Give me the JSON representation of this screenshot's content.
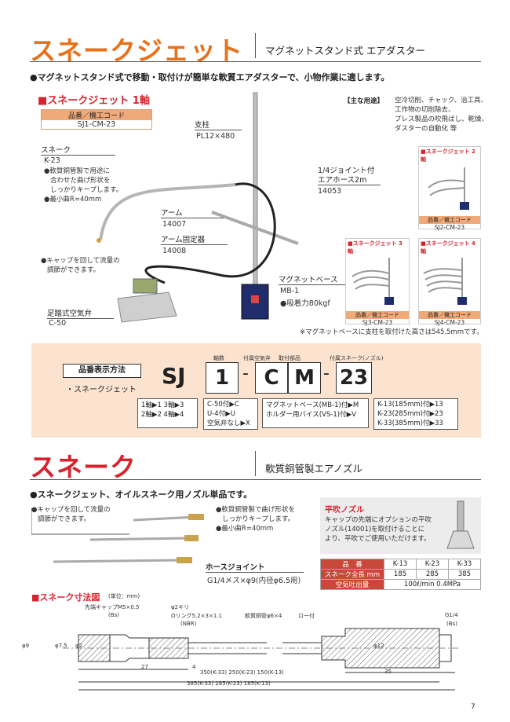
{
  "header1": {
    "title": "スネークジェット",
    "subtitle": "マグネットスタンド式 エアダスター",
    "lead": "●マグネットスタンド式で移動・取付けが簡単な軟質エアダスターで、小物作業に適します。"
  },
  "single": {
    "section_title": "■スネークジェット 1軸",
    "code_head": "品番／機工コード",
    "code_value": "SJ1-CM-23"
  },
  "parts": {
    "snake_label": "スネーク",
    "snake_code": "K-23",
    "snake_notes": [
      "●軟質銅管製で用途に",
      "合わせた曲げ形状を",
      "しっかりキープします。",
      "●最小曲R=40mm"
    ],
    "cap_note": [
      "●キャップを回して流量の",
      "調節ができます。"
    ],
    "pedal_label": "足踏式空気弁",
    "pedal_code": "C-50",
    "pole_label": "支柱",
    "pole_code": "PL12×480",
    "arm_label": "アーム",
    "arm_code": "14007",
    "armfix_label": "アーム固定器",
    "armfix_code": "14008",
    "hose_label1": "1/4ジョイント付",
    "hose_label2": "エアホース2m",
    "hose_code": "14053",
    "base_label": "マグネットベース",
    "base_code": "MB-1",
    "base_note": "●吸着力80kgf"
  },
  "uses": {
    "heading": "【主な用途】",
    "lines": [
      "空冷切削、チャック、治工具、",
      "工作物の切削除去、",
      "プレス製品の吹飛ばし、乾燥、",
      "ダスターの自動化 等"
    ]
  },
  "variants": [
    {
      "title": "■スネークジェット 2軸",
      "head": "品番／機工コード",
      "code": "SJ2-CM-23"
    },
    {
      "title": "■スネークジェット 3軸",
      "head": "品番／機工コード",
      "code": "SJ3-CM-23"
    },
    {
      "title": "■スネークジェット 4軸",
      "head": "品番／機工コード",
      "code": "SJ4-CM-23"
    }
  ],
  "base_height_note": "※マグネットベースに支柱を取付けた高さは545.5mmです。",
  "code_method": {
    "label": "品番表示方法",
    "sub": "・スネークジェット",
    "col_axis": "軸数",
    "col_valve": "付属空気弁",
    "col_mount": "取付部品",
    "col_nozzle": "付属スネーク(ノズル)",
    "b1": "SJ",
    "b2": "1",
    "dash": "-",
    "b3": "C",
    "b4": "M",
    "b5": "23",
    "axis_lines": [
      "1軸▶1 3軸▶3",
      "2軸▶2 4軸▶4"
    ],
    "valve_lines": [
      "C-50付▶C",
      "U-4付▶U",
      "空気弁なし▶X"
    ],
    "mount_lines": [
      "マグネットベース(MB-1)付▶M",
      "ホルダー用バイス(VS-1)付▶V"
    ],
    "nozzle_lines": [
      "K-13(185mm)付▶13",
      "K-23(285mm)付▶23",
      "K-33(385mm)付▶33"
    ]
  },
  "header2": {
    "title": "スネーク",
    "subtitle": "軟質銅管製エアノズル",
    "lead": "●スネークジェット、オイルスネーク用ノズル単品です。"
  },
  "snake_notes": {
    "cap": [
      "●キャップを回して流量の",
      "調節ができます。"
    ],
    "copper": [
      "●軟質銅管製で曲げ形状を",
      "しっかりキープします。",
      "●最小曲R=40mm"
    ],
    "hose_joint": "ホースジョイント",
    "hose_spec": "G1/4メス×φ9(内径φ6.5用)"
  },
  "flat_nozzle": {
    "title": "平吹ノズル",
    "lines": [
      "キャップの先端にオプションの平吹",
      "ノズル(14001)を取付けることに",
      "より、平吹でご使用いただけます。"
    ]
  },
  "spec_table": {
    "rows": [
      [
        "品　番",
        "K-13",
        "K-23",
        "K-33"
      ],
      [
        "スネーク全長 mm",
        "185",
        "285",
        "385"
      ],
      [
        "空気吐出量",
        "100ℓ/min 0.4MPa"
      ]
    ]
  },
  "dims": {
    "title": "■スネーク寸法図",
    "unit": "(単位：mm)",
    "cap_label": "先端キャップM5×0.5",
    "bs1": "(Bs)",
    "drill": "φ2キリ",
    "oring": "Oリング5.2×3×1.1",
    "nbr": "(NBR)",
    "pipe": "軟質銅管φ6×4",
    "brazed": "ロー付",
    "g14": "G1/4",
    "bs2": "(Bs)",
    "phi9": "φ9",
    "phi75": "φ7.5",
    "phi2": "φ2",
    "phi12": "φ12",
    "d27": "27",
    "d4": "4",
    "d35": "35",
    "len1": "350(K-33) 250(K-23) 150(K-13)",
    "len2": "385(K-33) 285(K-23) 185(K-13)"
  },
  "page_number": "7"
}
